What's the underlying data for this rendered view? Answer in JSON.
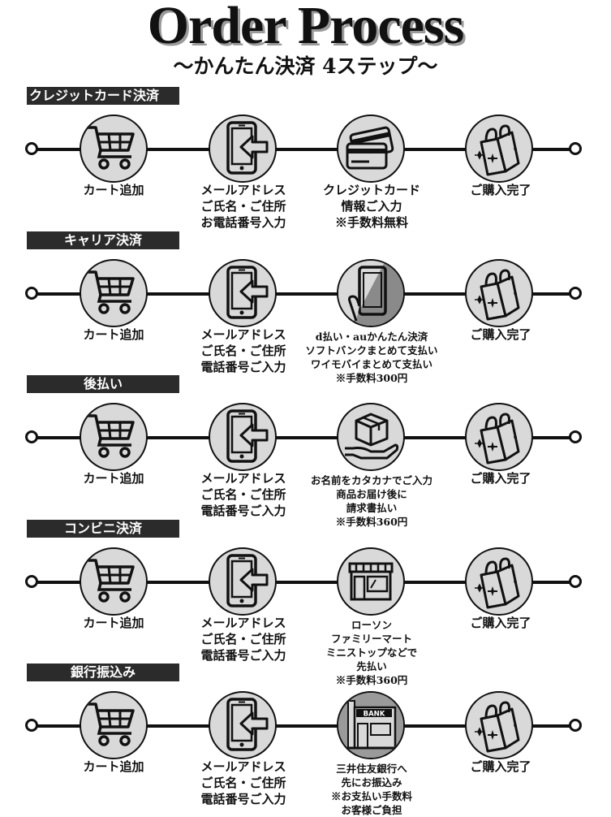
{
  "header": {
    "title": "Order Process",
    "subtitle": "～かんたん決済 4ステップ～"
  },
  "sections": [
    {
      "label": "クレジットカード決済",
      "steps": [
        {
          "icon": "cart-icon",
          "lines": [
            "カート追加"
          ]
        },
        {
          "icon": "phone-arrow-icon",
          "lines": [
            "メールアドレス",
            "ご氏名・ご住所",
            "お電話番号入力"
          ]
        },
        {
          "icon": "credit-card-icon",
          "lines": [
            "クレジットカード",
            "情報ご入力",
            "※手数料無料"
          ]
        },
        {
          "icon": "shopping-bag-icon",
          "lines": [
            "ご購入完了"
          ]
        }
      ]
    },
    {
      "label": "キャリア決済",
      "steps": [
        {
          "icon": "cart-icon",
          "lines": [
            "カート追加"
          ]
        },
        {
          "icon": "phone-arrow-icon",
          "lines": [
            "メールアドレス",
            "ご氏名・ご住所",
            "電話番号ご入力"
          ]
        },
        {
          "icon": "smartphone-hand-icon",
          "lines": [
            "d払い・auかんたん決済",
            "ソフトバンクまとめて支払い",
            "ワイモバイまとめて支払い",
            "※手数料300円"
          ]
        },
        {
          "icon": "shopping-bag-icon",
          "lines": [
            "ご購入完了"
          ]
        }
      ]
    },
    {
      "label": "後払い",
      "steps": [
        {
          "icon": "cart-icon",
          "lines": [
            "カート追加"
          ]
        },
        {
          "icon": "phone-arrow-icon",
          "lines": [
            "メールアドレス",
            "ご氏名・ご住所",
            "電話番号ご入力"
          ]
        },
        {
          "icon": "package-delivery-icon",
          "lines": [
            "お名前をカタカナでご入力",
            "商品お届け後に",
            "請求書払い",
            "※手数料360円"
          ]
        },
        {
          "icon": "shopping-bag-icon",
          "lines": [
            "ご購入完了"
          ]
        }
      ]
    },
    {
      "label": "コンビニ決済",
      "steps": [
        {
          "icon": "cart-icon",
          "lines": [
            "カート追加"
          ]
        },
        {
          "icon": "phone-arrow-icon",
          "lines": [
            "メールアドレス",
            "ご氏名・ご住所",
            "電話番号ご入力"
          ]
        },
        {
          "icon": "convenience-store-icon",
          "lines": [
            "ローソン",
            "ファミリーマート",
            "ミニストップなどで",
            "先払い",
            "※手数料360円"
          ]
        },
        {
          "icon": "shopping-bag-icon",
          "lines": [
            "ご購入完了"
          ]
        }
      ]
    },
    {
      "label": "銀行振込み",
      "steps": [
        {
          "icon": "cart-icon",
          "lines": [
            "カート追加"
          ]
        },
        {
          "icon": "phone-arrow-icon",
          "lines": [
            "メールアドレス",
            "ご氏名・ご住所",
            "電話番号ご入力"
          ]
        },
        {
          "icon": "bank-building-icon",
          "lines": [
            "三井住友銀行へ",
            "先にお振込み",
            "※お支払い手数料",
            "お客様ご負担"
          ]
        },
        {
          "icon": "shopping-bag-icon",
          "lines": [
            "ご購入完了"
          ]
        }
      ]
    }
  ],
  "bank_sign": "BANK"
}
